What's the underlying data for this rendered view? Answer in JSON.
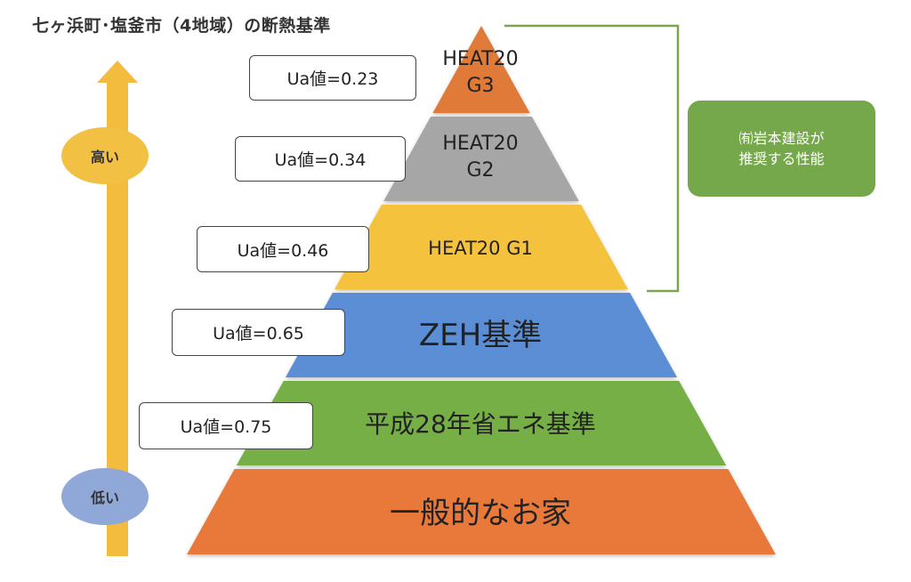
{
  "title": "七ヶ浜町･塩釜市（4地域）の断熱基準",
  "axis": {
    "high_label": "高い",
    "low_label": "低い",
    "arrow_color": "#F4BC3E",
    "high_oval_color": "#F2C043",
    "low_oval_color": "#8FA8D8"
  },
  "tiers": [
    {
      "label": "HEAT20\nG3",
      "color": "#E07A38",
      "ua": "Ua値=0.23"
    },
    {
      "label": "HEAT20\nG2",
      "color": "#A6A6A6",
      "ua": "Ua値=0.34"
    },
    {
      "label": "HEAT20 G1",
      "color": "#F4C23E",
      "ua": "Ua値=0.46"
    },
    {
      "label": "ZEH基準",
      "color": "#5B8ED6",
      "ua": "Ua値=0.65"
    },
    {
      "label": "平成28年省エネ基準",
      "color": "#76AF45",
      "ua": "Ua値=0.75"
    },
    {
      "label": "一般的なお家",
      "color": "#E8793A",
      "ua": ""
    }
  ],
  "bracket_color": "#7BA650",
  "callout": {
    "text": "㈲岩本建設が\n推奨する性能",
    "color": "#75A84A"
  }
}
